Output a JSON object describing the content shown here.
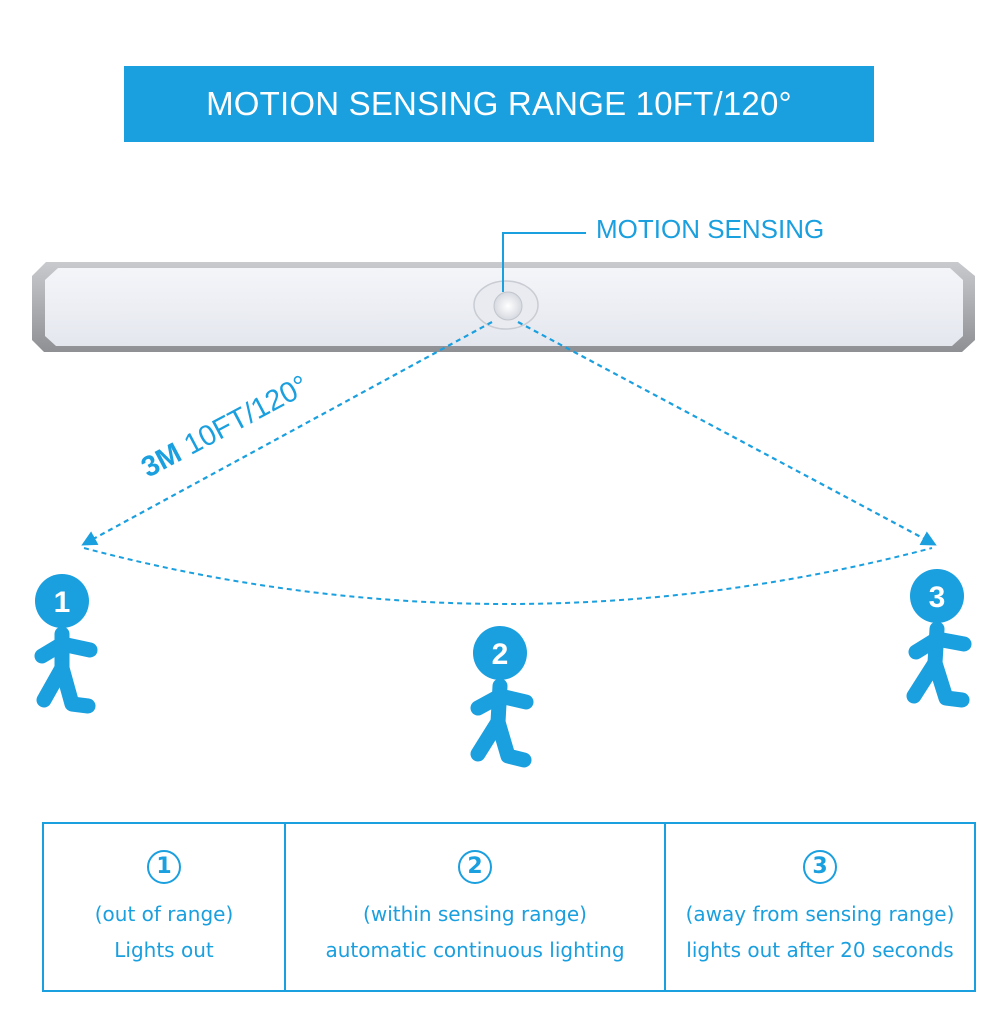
{
  "header": {
    "title": "MOTION SENSING RANGE 10FT/120°"
  },
  "diagram": {
    "sensor_label": "MOTION SENSING",
    "range_label_bold": "3M",
    "range_label_rest": " 10FT/120°",
    "people": [
      {
        "number": "1"
      },
      {
        "number": "2"
      },
      {
        "number": "3"
      }
    ]
  },
  "panels": [
    {
      "number": "1",
      "line1": "(out of range)",
      "line2": "Lights out"
    },
    {
      "number": "2",
      "line1": "(within sensing range)",
      "line2": "automatic continuous lighting"
    },
    {
      "number": "3",
      "line1": "(away from sensing range)",
      "line2": "lights out after 20 seconds"
    }
  ],
  "colors": {
    "accent": "#1a9fdf",
    "bar_frame": "#a9abae",
    "bar_face": "#eef0f5"
  }
}
